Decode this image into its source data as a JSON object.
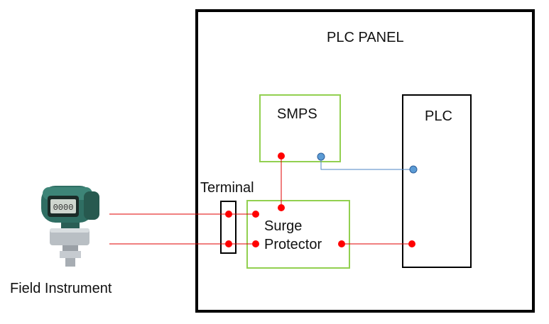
{
  "panel": {
    "title": "PLC PANEL"
  },
  "smps": {
    "label": "SMPS"
  },
  "plc": {
    "label": "PLC"
  },
  "terminal": {
    "label": "Terminal"
  },
  "surge_protector": {
    "line1": "Surge",
    "line2": "Protector"
  },
  "field_instrument": {
    "label": "Field Instrument",
    "display_text": "0000"
  },
  "colors": {
    "panel_border": "#000000",
    "smps_border": "#92d050",
    "surge_border": "#92d050",
    "plc_border": "#000000",
    "signal_wire": "#e00000",
    "comm_wire": "#4e86c5"
  }
}
